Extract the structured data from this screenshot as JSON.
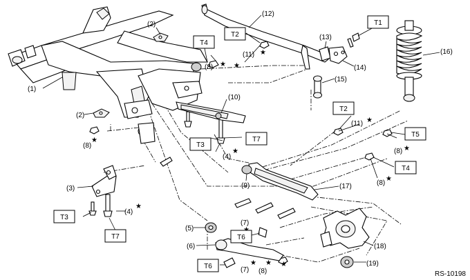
{
  "callouts": {
    "c1": "(1)",
    "c2a": "(2)",
    "c2b": "(2)",
    "c3": "(3)",
    "c4a": "(4)",
    "c4b": "(4)",
    "c5": "(5)",
    "c6": "(6)",
    "c7a": "(7)",
    "c7b": "(7)",
    "c8a": "(8)",
    "c8b": "(8)",
    "c8c": "(8)",
    "c8d": "(8)",
    "c8e": "(8)",
    "c9": "(9)",
    "c10": "(10)",
    "c11a": "(11)",
    "c11b": "(11)",
    "c12": "(12)",
    "c13": "(13)",
    "c14": "(14)",
    "c15": "(15)",
    "c16": "(16)",
    "c17": "(17)",
    "c18": "(18)",
    "c19": "(19)"
  },
  "torque": {
    "t1": "T1",
    "t2a": "T2",
    "t2b": "T2",
    "t3a": "T3",
    "t3b": "T3",
    "t4a": "T4",
    "t4b": "T4",
    "t5": "T5",
    "t6a": "T6",
    "t6b": "T6",
    "t7a": "T7",
    "t7b": "T7"
  },
  "star_symbol": "★",
  "reference_code": "RS-10198"
}
